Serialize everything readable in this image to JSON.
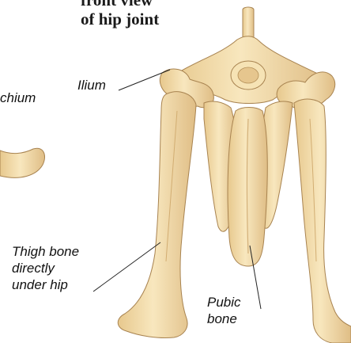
{
  "heading": {
    "line1": "front view",
    "line2": "of hip joint"
  },
  "labels": {
    "ischium": "chium",
    "ilium": "Ilium",
    "thigh_bone": [
      "Thigh bone",
      "directly",
      "under hip"
    ],
    "pubic_bone": [
      "Pubic",
      "bone"
    ]
  },
  "colors": {
    "bone": "#f4deac",
    "bone_shadow": "#d9b77c",
    "outline": "#a88350",
    "leader": "#222222"
  }
}
